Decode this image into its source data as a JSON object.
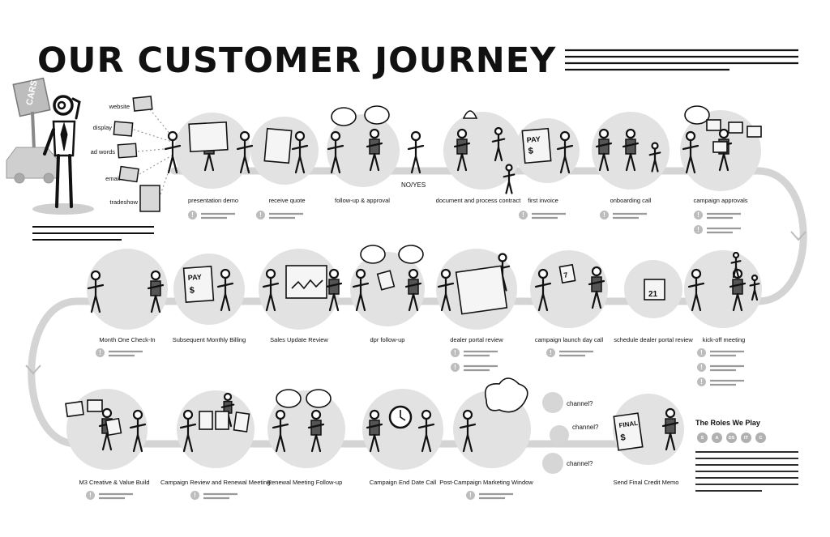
{
  "title": "OUR CUSTOMER JOURNEY",
  "logo_text": "CARS",
  "sources": [
    "website",
    "display",
    "ad words",
    "email",
    "tradeshow"
  ],
  "decision": "NO/YES",
  "row1": [
    {
      "label": "presentation demo"
    },
    {
      "label": "receive quote"
    },
    {
      "label": "follow-up & approval"
    },
    {
      "label": "document and process contract"
    },
    {
      "label": "first invoice"
    },
    {
      "label": "onboarding call"
    },
    {
      "label": "campaign approvals"
    }
  ],
  "row2": [
    {
      "label": "Month One Check-In"
    },
    {
      "label": "Subsequent Monthly Billing"
    },
    {
      "label": "Sales Update Review"
    },
    {
      "label": "dpr follow-up"
    },
    {
      "label": "dealer portal review"
    },
    {
      "label": "campaign launch day call"
    },
    {
      "label": "schedule dealer portal review"
    },
    {
      "label": "kick-off meeting"
    }
  ],
  "row3": [
    {
      "label": "M3 Creative & Value Build"
    },
    {
      "label": "Campaign Review and Renewal Meeting"
    },
    {
      "label": "Renewal Meeting Follow-up"
    },
    {
      "label": "Campaign End Date Call"
    },
    {
      "label": "Post-Campaign Marketing Window"
    },
    {
      "label": "Send Final Credit Memo"
    }
  ],
  "channels": [
    "channel?",
    "channel?",
    "channel?"
  ],
  "roles": {
    "title": "The Roles We Play",
    "badges": [
      "S",
      "A",
      "DS",
      "IT",
      "C"
    ]
  },
  "card_text": {
    "pay": "PAY",
    "dollar": "$",
    "final": "FINAL",
    "calendar": "21",
    "seven": "7"
  },
  "note_icon": "!",
  "colors": {
    "circle": "#e2e2e2",
    "path": "#d4d4d4",
    "ink": "#111111",
    "badge": "#b0b0b0"
  }
}
